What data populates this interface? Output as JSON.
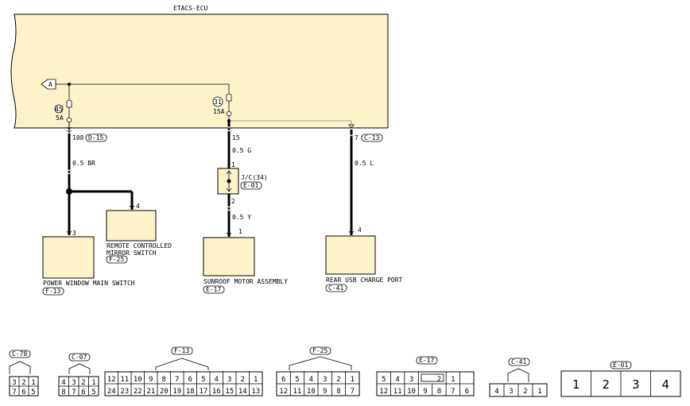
{
  "ecu": {
    "title": "ETACS-ECU",
    "ref_a": "A",
    "fill_color": "#fdf3c8"
  },
  "circuits": [
    {
      "fuse_no": "45",
      "rating": "5A",
      "pin": "108",
      "conn": "D-15",
      "wire": "0.5 BR"
    },
    {
      "fuse_no": "31",
      "rating": "15A",
      "pin": "15",
      "conn": "",
      "wire": "0.5 G"
    },
    {
      "fuse_no": "",
      "rating": "",
      "pin": "7",
      "conn": "C-13",
      "wire": "0.5 L"
    }
  ],
  "junction": {
    "label": "J/C(34)",
    "conn": "E-01",
    "pin_in": "1",
    "pin_out": "2",
    "wire_out": "0.5 Y"
  },
  "components": [
    {
      "name_line1": "POWER WINDOW MAIN SWITCH",
      "name_line2": "",
      "conn": "F-13",
      "pin": "3"
    },
    {
      "name_line1": "REMOTE CONTROLLED",
      "name_line2": "MIRROR SWITCH",
      "conn": "F-25",
      "pin": "4"
    },
    {
      "name_line1": "SUNROOF MOTOR ASSEMBLY",
      "name_line2": "",
      "conn": "E-17",
      "pin": "1"
    },
    {
      "name_line1": "REAR USB CHARGE PORT",
      "name_line2": "",
      "conn": "C-41",
      "pin": "4"
    }
  ],
  "connectors": [
    {
      "id": "C-78",
      "top": [
        "3",
        "2",
        "1"
      ],
      "bottom": [
        "7",
        "6",
        "5"
      ]
    },
    {
      "id": "C-07",
      "top": [
        "4",
        "3",
        "2",
        "1"
      ],
      "bottom": [
        "8",
        "7",
        "6",
        "5"
      ]
    },
    {
      "id": "F-13",
      "top": [
        "12",
        "11",
        "10",
        "9",
        "8",
        "7",
        "6",
        "5",
        "4",
        "3",
        "2",
        "1"
      ],
      "bottom": [
        "24",
        "23",
        "22",
        "21",
        "20",
        "19",
        "18",
        "17",
        "16",
        "15",
        "14",
        "13"
      ]
    },
    {
      "id": "F-25",
      "top": [
        "6",
        "5",
        "4",
        "3",
        "2",
        "1"
      ],
      "bottom": [
        "12",
        "11",
        "10",
        "9",
        "8",
        "7"
      ]
    },
    {
      "id": "E-17",
      "top": [
        "5",
        "4",
        "3",
        "",
        "2",
        "1"
      ],
      "bottom": [
        "12",
        "11",
        "10",
        "9",
        "8",
        "7",
        "6"
      ]
    },
    {
      "id": "C-41",
      "top": [
        "4",
        "3",
        "2",
        "1"
      ]
    },
    {
      "id": "E-01",
      "top": [
        "1",
        "2",
        "3",
        "4"
      ]
    }
  ]
}
